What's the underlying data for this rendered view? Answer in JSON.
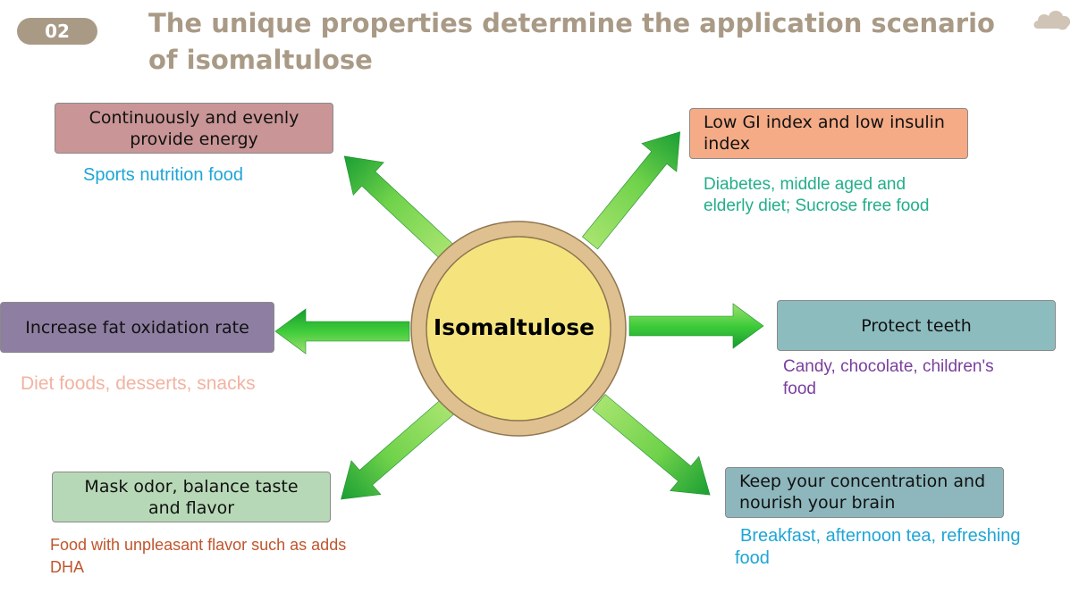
{
  "header": {
    "badge": "02",
    "title": "The unique properties determine the application scenario of isomaltulose"
  },
  "core": {
    "label": "Isomaltulose"
  },
  "properties": [
    {
      "label": "Continuously and evenly provide energy",
      "application": "Sports nutrition food",
      "box_color": "#c99596",
      "text_color": "#1fa5d6"
    },
    {
      "label": "Low GI index and low insulin index",
      "application": "Diabetes, middle aged and elderly diet; Sucrose free food",
      "box_color": "#f4ab86",
      "text_color": "#22ae8b"
    },
    {
      "label": "Increase fat oxidation rate",
      "application": "Diet foods, desserts, snacks",
      "box_color": "#8e7fa2",
      "text_color": "#f2b3a1"
    },
    {
      "label": "Protect teeth",
      "application": "Candy, chocolate, children's food",
      "box_color": "#8dbcbf",
      "text_color": "#7a3f9d"
    },
    {
      "label": "Mask odor, balance taste and flavor",
      "application": "Food with unpleasant flavor such as adds DHA",
      "box_color": "#b7d8b6",
      "text_color": "#c0552c"
    },
    {
      "label": "Keep your concentration and nourish your brain",
      "application": "Breakfast, afternoon tea, refreshing food",
      "box_color": "#8db7bd",
      "text_color": "#1fa5d6"
    }
  ]
}
